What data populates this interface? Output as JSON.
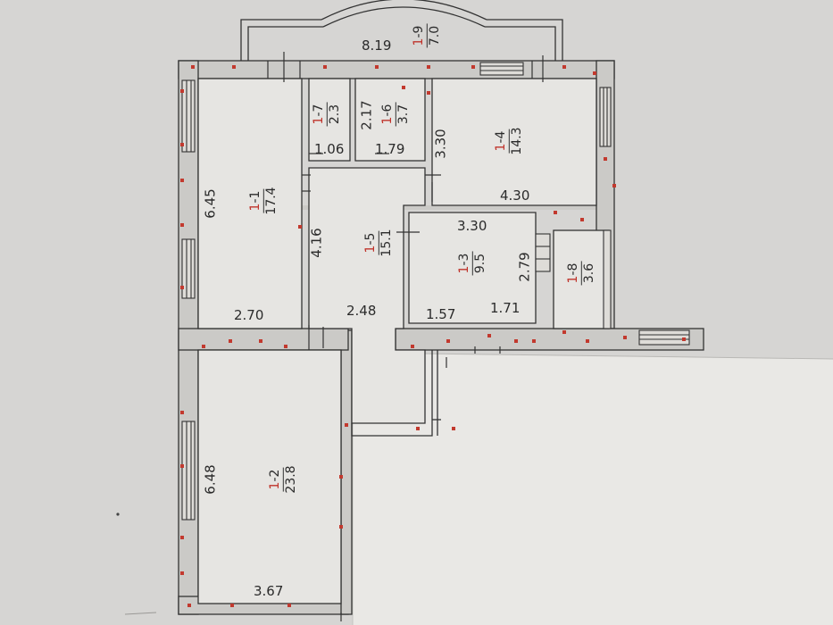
{
  "plan": {
    "rooms": [
      {
        "id": "1-1",
        "prefix": "1",
        "suffix": "-1",
        "area": "17.4"
      },
      {
        "id": "1-2",
        "prefix": "1",
        "suffix": "-2",
        "area": "23.8"
      },
      {
        "id": "1-3",
        "prefix": "1",
        "suffix": "-3",
        "area": "9.5"
      },
      {
        "id": "1-4",
        "prefix": "1",
        "suffix": "-4",
        "area": "14.3"
      },
      {
        "id": "1-5",
        "prefix": "1",
        "suffix": "-5",
        "area": "15.1"
      },
      {
        "id": "1-6",
        "prefix": "1",
        "suffix": "-6",
        "area": "3.7"
      },
      {
        "id": "1-7",
        "prefix": "1",
        "suffix": "-7",
        "area": "2.3"
      },
      {
        "id": "1-8",
        "prefix": "1",
        "suffix": "-8",
        "area": "3.6"
      },
      {
        "id": "1-9",
        "prefix": "1",
        "suffix": "-9",
        "area": "7.0"
      }
    ],
    "dimensions": {
      "balcony_len": "8.19",
      "r11_len": "6.45",
      "r11_wid": "2.70",
      "r12_len": "6.48",
      "r12_wid": "3.67",
      "r15_len": "4.16",
      "r15_wid": "2.48",
      "r14_len": "3.30",
      "r14_wid": "4.30",
      "r13_top": "3.30",
      "r13_side": "2.79",
      "r13_bot_a": "1.57",
      "r13_bot_b": "1.71",
      "r16_len": "2.17",
      "r16_wid": "1.79",
      "r17_wid": "1.06"
    }
  }
}
